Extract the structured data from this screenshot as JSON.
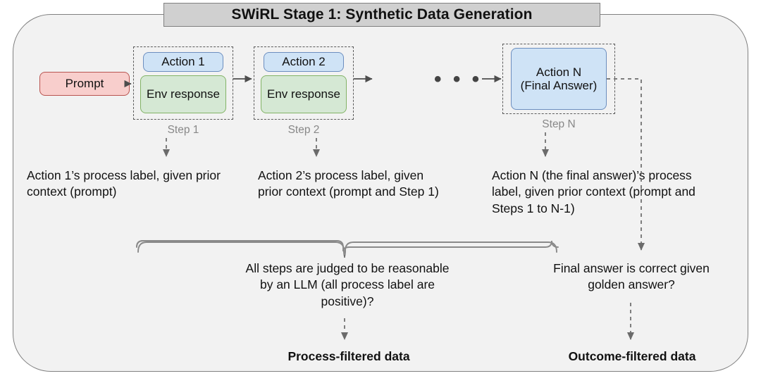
{
  "title": "SWiRL Stage 1: Synthetic Data Generation",
  "flow": {
    "prompt": "Prompt",
    "ellipsis": "• • •",
    "steps": [
      {
        "action": "Action 1",
        "env": "Env response",
        "label": "Step 1"
      },
      {
        "action": "Action 2",
        "env": "Env response",
        "label": "Step 2"
      },
      {
        "action": "Action N\n(Final Answer)",
        "label": "Step N"
      }
    ]
  },
  "process_labels": [
    "Action 1’s process label, given prior context (prompt)",
    "Action 2’s process label, given prior context (prompt and Step 1)",
    "Action N (the final answer)’s process label, given prior context (prompt and Steps 1 to N-1)"
  ],
  "decisions": {
    "process": "All steps are judged to be reasonable by an LLM (all process label are positive)?",
    "outcome": "Final answer is correct given golden answer?"
  },
  "outputs": {
    "process": "Process-filtered data",
    "outcome": "Outcome-filtered data"
  },
  "colors": {
    "panel_fill": "#f2f2f2",
    "panel_border": "#808080",
    "title_fill": "#d0d0d0",
    "prompt_fill": "#f8cecc",
    "prompt_border": "#b85450",
    "action_fill": "#cfe3f6",
    "action_border": "#6c8ebf",
    "env_fill": "#d5e8d4",
    "env_border": "#82b366",
    "dash_stroke": "#5a5a5a",
    "arrow_stroke": "#4d4d4d",
    "step_label": "#888888"
  }
}
